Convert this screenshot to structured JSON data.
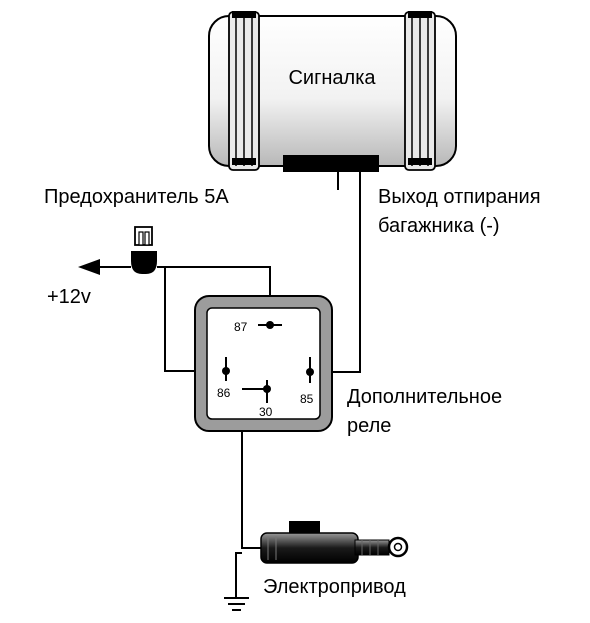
{
  "labels": {
    "alarm": "Сигналка",
    "fuse": "Предохранитель 5А",
    "output_line1": "Выход отпирания",
    "output_line2": "багажника (-)",
    "supply": "+12v",
    "relay_line1": "Дополнительное",
    "relay_line2": "реле",
    "actuator": "Электропривод"
  },
  "relay_pins": {
    "p87": "87",
    "p86": "86",
    "p30": "30",
    "p85": "85"
  }
}
